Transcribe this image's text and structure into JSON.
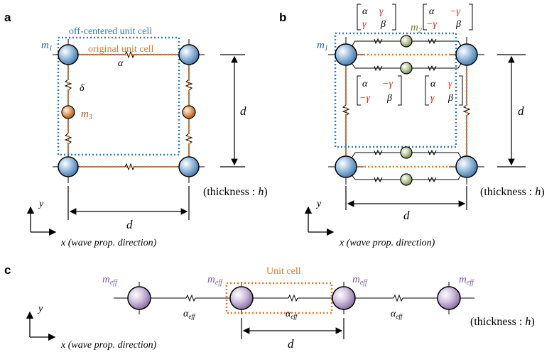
{
  "panel_a": {
    "label": "a",
    "off_centered": "off-centered unit cell",
    "original": "original unit cell",
    "m1": "m",
    "m1_sub": "1",
    "m3": "m",
    "m3_sub": "3",
    "alpha": "α",
    "delta": "δ",
    "d_vertical": "d",
    "d_horizontal": "d",
    "thickness": "(thickness : ",
    "thickness_h": "h",
    "thickness_end": ")",
    "axis_y": "y",
    "axis_x": "x (wave prop. direction)"
  },
  "panel_b": {
    "label": "b",
    "m1": "m",
    "m1_sub": "1",
    "m2": "m",
    "m2_sub": "2",
    "matrix_tl": [
      "α",
      "γ",
      "γ",
      "β"
    ],
    "matrix_tr": [
      "α",
      "−γ",
      "−γ",
      "β"
    ],
    "matrix_ml": [
      "α",
      "−γ",
      "−γ",
      "β"
    ],
    "matrix_mr": [
      "α",
      "γ",
      "γ",
      "β"
    ],
    "d_vertical": "d",
    "d_horizontal": "d",
    "thickness": "(thickness : ",
    "thickness_h": "h",
    "thickness_end": ")",
    "axis_y": "y",
    "axis_x": "x (wave prop. direction)"
  },
  "panel_c": {
    "label": "c",
    "meff": "m",
    "meff_sub": "eff",
    "alpha_eff": "α",
    "alpha_eff_sub": "eff",
    "unit_cell": "Unit cell",
    "d": "d",
    "thickness": "(thickness : ",
    "thickness_h": "h",
    "thickness_end": ")",
    "axis_y": "y",
    "axis_x": "x (wave prop. direction)"
  },
  "colors": {
    "blue_box": "#2a7fc1",
    "orange": "#e87722",
    "red": "#e02020",
    "purple": "#7a5aa0",
    "green_label": "#6a8a2a",
    "brown_label": "#b35a1f",
    "ball_blue": "#8fb5d8",
    "ball_green": "#b9c9a0",
    "ball_purple": "#c8b8d8",
    "ball_orange": "#e0a070"
  }
}
